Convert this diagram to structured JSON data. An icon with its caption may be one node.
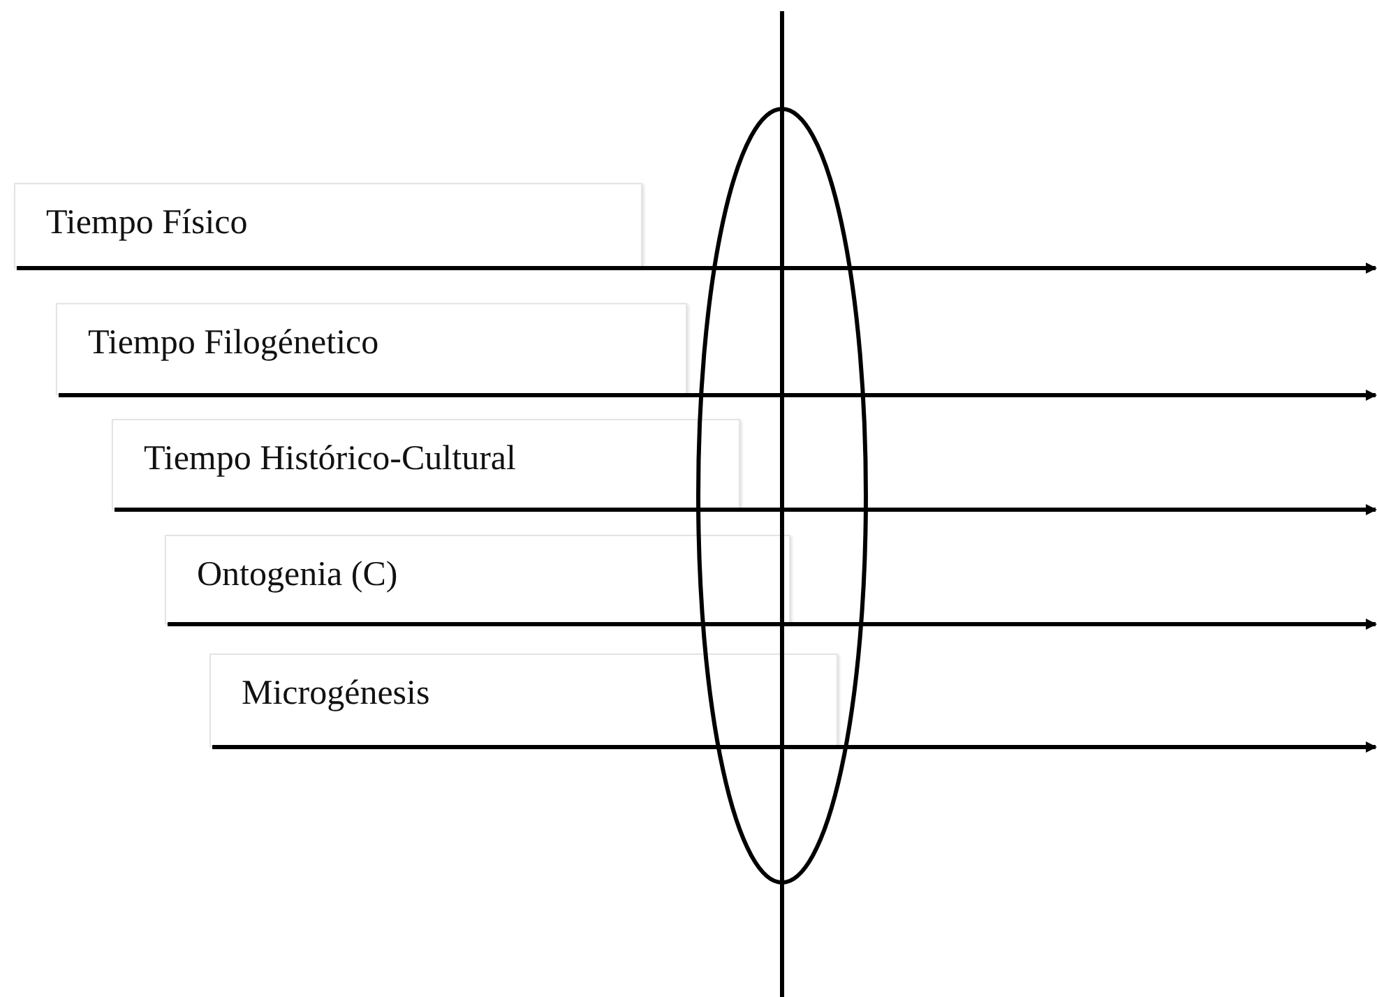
{
  "diagram": {
    "nodes": [
      {
        "text": [
          "Tiempo Físico"
        ]
      },
      {
        "text": [
          "Tiempo Filogénetico"
        ]
      },
      {
        "text": [
          "Tiempo Histórico-Cultural"
        ]
      },
      {
        "text": [
          "Ontogenia (C)"
        ]
      },
      {
        "text": [
          "Microgénesis"
        ]
      },
      {
        "text": [],
        "shape": "ellipse"
      }
    ],
    "edges": [
      {
        "from": 0,
        "to": null,
        "arrow": "to"
      },
      {
        "from": 1,
        "to": null,
        "arrow": "to"
      },
      {
        "from": 2,
        "to": null,
        "arrow": "to"
      },
      {
        "from": 3,
        "to": null,
        "arrow": "to"
      },
      {
        "from": 4,
        "to": null,
        "arrow": "to"
      }
    ]
  }
}
